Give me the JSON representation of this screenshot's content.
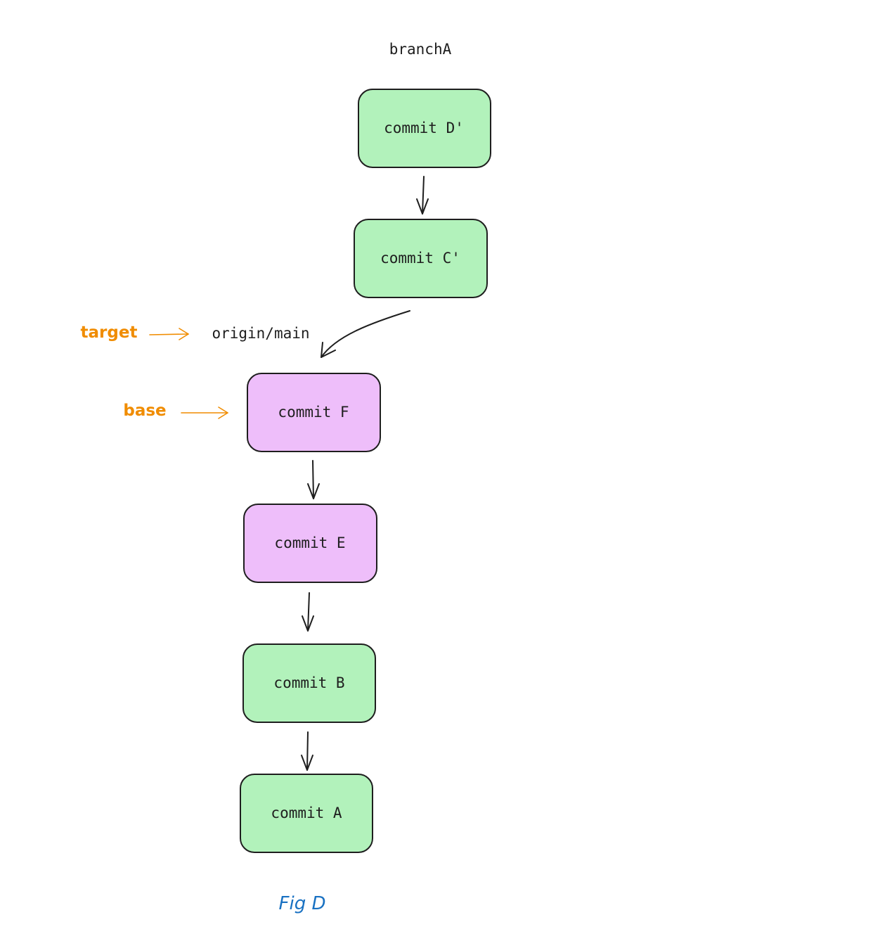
{
  "diagram": {
    "branch_label": "branchA",
    "origin_label": "origin/main",
    "target_label": "target",
    "base_label": "base",
    "caption": "Fig D",
    "commits": [
      {
        "id": "d-prime",
        "label": "commit D'",
        "group": "rebased"
      },
      {
        "id": "c-prime",
        "label": "commit C'",
        "group": "rebased"
      },
      {
        "id": "f",
        "label": "commit F",
        "group": "main"
      },
      {
        "id": "e",
        "label": "commit E",
        "group": "main"
      },
      {
        "id": "b",
        "label": "commit B",
        "group": "rebased"
      },
      {
        "id": "a",
        "label": "commit A",
        "group": "rebased"
      }
    ],
    "edges": [
      {
        "from": "d-prime",
        "to": "c-prime"
      },
      {
        "from": "c-prime",
        "to": "f"
      },
      {
        "from": "f",
        "to": "e"
      },
      {
        "from": "e",
        "to": "b"
      },
      {
        "from": "b",
        "to": "a"
      }
    ],
    "colors": {
      "green_fill": "#b2f2bb",
      "purple_fill": "#eebefa",
      "stroke": "#1e1e1e",
      "pointer": "#f08c00",
      "caption": "#1971c2"
    }
  }
}
